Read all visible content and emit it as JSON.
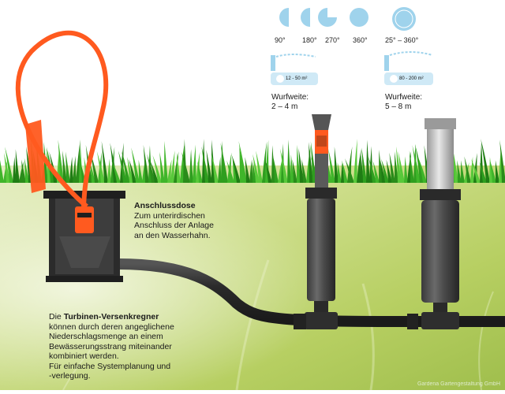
{
  "arc_labels": {
    "a90": "90°",
    "a180": "180°",
    "a270": "270°",
    "a360": "360°",
    "a25_360": "25° – 360°"
  },
  "left_spray": {
    "area": "12 - 50 m²",
    "range_label": "Wurfweite:",
    "range_value": "2 – 4 m"
  },
  "right_spray": {
    "area": "80 - 200 m²",
    "range_label": "Wurfweite:",
    "range_value": "5 – 8 m"
  },
  "box": {
    "title": "Anschlussdose",
    "line1": "Zum unterirdischen",
    "line2": "Anschluss der Anlage",
    "line3": "an den Wasserhahn."
  },
  "note": {
    "intro": "Die ",
    "term": "Turbinen-Versenkregner",
    "line1": "können durch deren angeglichene",
    "line2": "Niederschlagsmenge an einem",
    "line3": "Bewässerungsstrang miteinander",
    "line4": "kombiniert werden.",
    "line5": "Für einfache Systemplanung und",
    "line6": "-verlegung."
  },
  "watermark": "Gardena Gartengestaltung GmbH",
  "colors": {
    "hose": "#ff5a1f",
    "pipe": "#2e2e2e",
    "grass": "#2f9e1f",
    "soil": "#c6d77a",
    "icon": "#9fd3ec"
  }
}
